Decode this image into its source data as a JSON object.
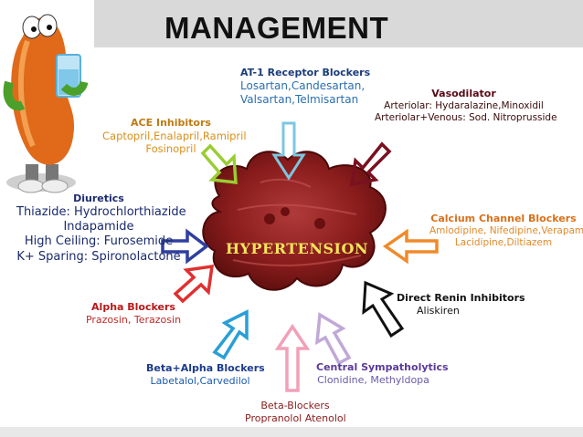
{
  "header": {
    "title": "MANAGEMENT"
  },
  "center": {
    "label": "HYPERTENSION"
  },
  "colors": {
    "at1": "#7cc7e0",
    "vasodilator": "#7a1020",
    "ace": "#9acd32",
    "diuretics": "#2e3f9e",
    "ccb": "#f08a2a",
    "renin": "#111111",
    "alpha": "#e03030",
    "beta_alpha": "#2a9fd6",
    "beta": "#f2a0b8",
    "central": "#c0a8d8",
    "blob": "#8a1c1c"
  },
  "groups": {
    "at1": {
      "title": "AT-1 Receptor Blockers",
      "lines": [
        "Losartan,Candesartan,",
        "Valsartan,Telmisartan"
      ]
    },
    "vasodilator": {
      "title": "Vasodilator",
      "lines": [
        "Arteriolar: Hydaralazine,Minoxidil",
        "Arteriolar+Venous: Sod. Nitroprusside"
      ]
    },
    "ace": {
      "title": "ACE Inhibitors",
      "lines": [
        "Captopril,Enalapril,Ramipril",
        "Fosinopril"
      ]
    },
    "diuretics": {
      "title": "Diuretics",
      "lines": [
        "Thiazide: Hydrochlorthiazide",
        "Indapamide",
        "High Ceiling: Furosemide",
        "K+ Sparing: Spironolactone"
      ]
    },
    "ccb": {
      "title": "Calcium Channel Blockers",
      "lines": [
        "Amlodipine, Nifedipine,Verapamil,",
        "Lacidipine,Diltiazem"
      ]
    },
    "renin": {
      "title": "Direct Renin Inhibitors",
      "lines": [
        "Aliskiren"
      ]
    },
    "alpha": {
      "title": "Alpha Blockers",
      "lines": [
        "Prazosin, Terazosin"
      ]
    },
    "beta_alpha": {
      "title": "Beta+Alpha Blockers",
      "lines": [
        "Labetalol,Carvedilol"
      ]
    },
    "central": {
      "title": "Central Sympatholytics",
      "lines": [
        "Clonidine, Methyldopa"
      ]
    },
    "beta": {
      "title": "Beta-Blockers",
      "lines": [
        "Propranolol Atenolol"
      ]
    }
  }
}
